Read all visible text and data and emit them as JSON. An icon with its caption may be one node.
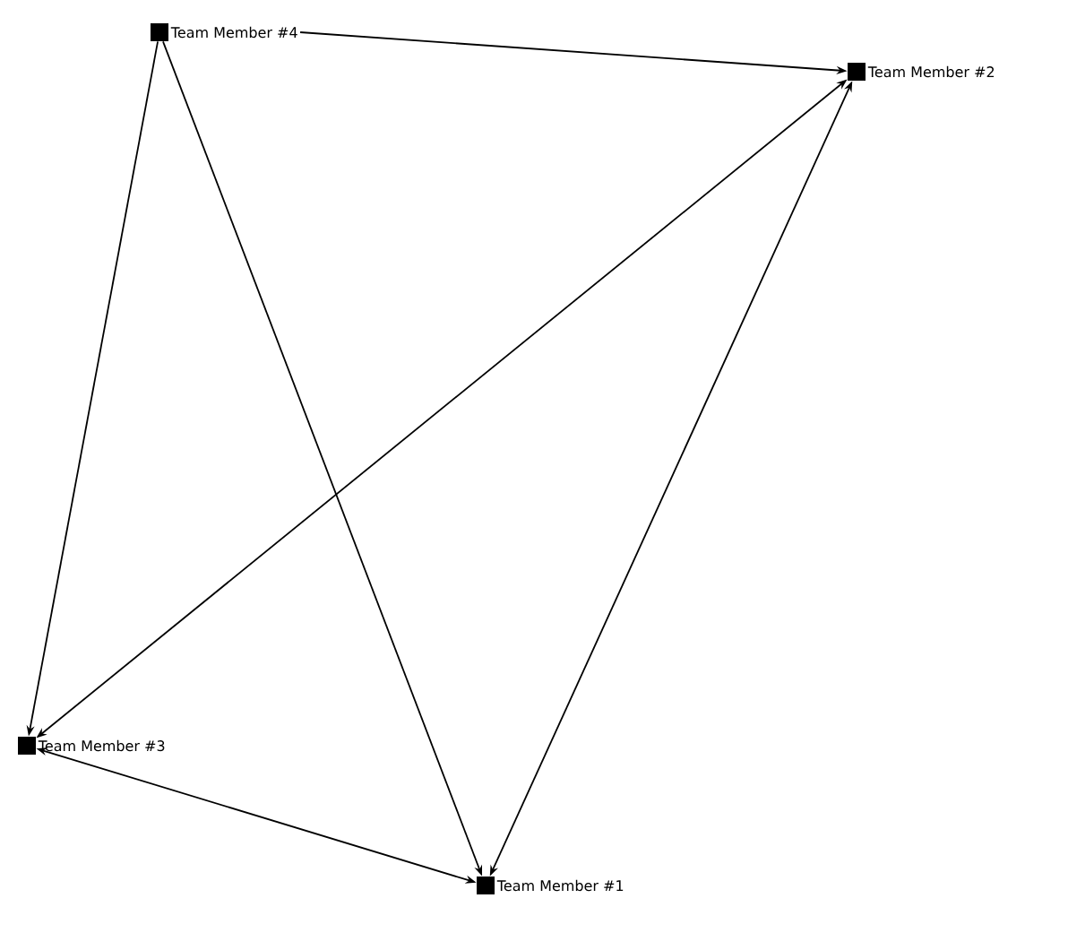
{
  "diagram": {
    "nodes": [
      {
        "text": [
          "Team Member #4"
        ]
      },
      {
        "text": [
          "Team Member #2"
        ]
      },
      {
        "text": [
          "Team Member #3"
        ]
      },
      {
        "text": [
          "Team Member #1"
        ]
      }
    ],
    "edges": [
      {
        "from": 0,
        "to": 1,
        "arrow": "to"
      },
      {
        "from": 0,
        "to": 2,
        "arrow": "to"
      },
      {
        "from": 0,
        "to": 3,
        "arrow": "to"
      },
      {
        "from": 1,
        "to": 2,
        "arrow": "both"
      },
      {
        "from": 1,
        "to": 3,
        "arrow": "both"
      },
      {
        "from": 2,
        "to": 3,
        "arrow": "both"
      }
    ]
  }
}
